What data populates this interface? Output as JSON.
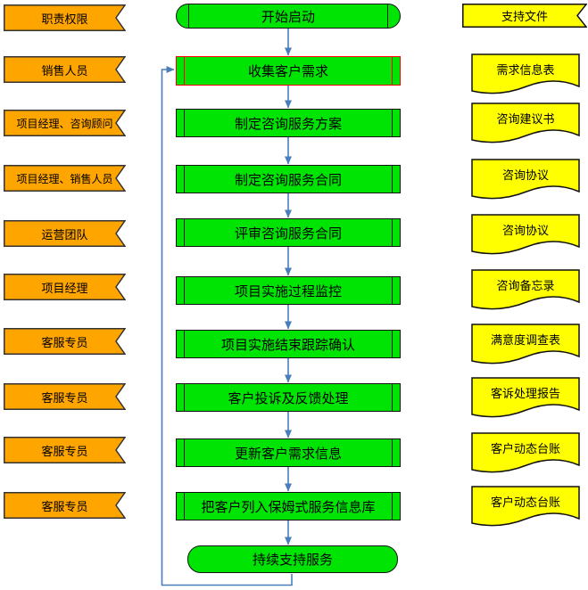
{
  "diagram": {
    "left_column": {
      "header": "职责权限",
      "roles": [
        "销售人员",
        "项目经理、咨询顾问",
        "项目经理、销售人员",
        "运营团队",
        "项目经理",
        "客服专员",
        "客服专员",
        "客服专员",
        "客服专员"
      ]
    },
    "process_column": {
      "start": "开始启动",
      "steps": [
        "收集客户需求",
        "制定咨询服务方案",
        "制定咨询服务合同",
        "评审咨询服务合同",
        "项目实施过程监控",
        "项目实施结束跟踪确认",
        "客户投诉及反馈处理",
        "更新客户需求信息",
        "把客户列入保姆式服务信息库"
      ],
      "end": "持续支持服务",
      "highlighted_step": "收集客户需求"
    },
    "documents_column": {
      "header": "支持文件",
      "documents": [
        "需求信息表",
        "咨询建议书",
        "咨询协议",
        "咨询协议",
        "咨询备忘录",
        "满意度调查表",
        "客诉处理报告",
        "客户动态台账",
        "客户动态台账"
      ]
    },
    "colors": {
      "role_fill": "#FFA500",
      "process_fill": "#00E404",
      "document_fill": "#FFFF00",
      "connector": "#4A7EBB",
      "highlight_border": "#FF0000",
      "shape_border": "#333333"
    }
  }
}
